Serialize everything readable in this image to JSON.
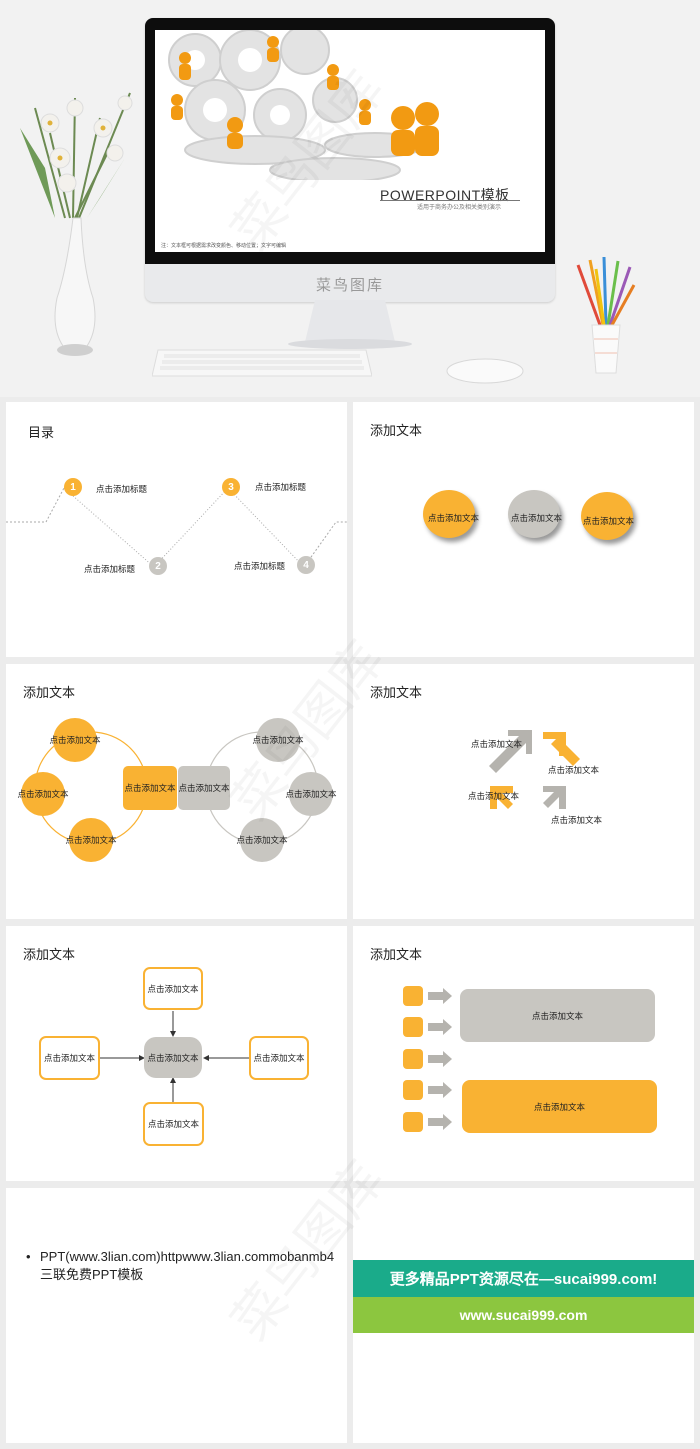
{
  "hero": {
    "screen_title": "POWERPOINT模板",
    "screen_subtitle": "适用于商务办公及相关类别演示",
    "screen_note": "注：文本框可根据需求改变颜色、移动位置；文字可编辑",
    "monitor_label": "菜鸟图库"
  },
  "slides": {
    "s1": {
      "title": "目录",
      "items": [
        {
          "num": "1",
          "label": "点击添加标题"
        },
        {
          "num": "2",
          "label": "点击添加标题"
        },
        {
          "num": "3",
          "label": "点击添加标题"
        },
        {
          "num": "4",
          "label": "点击添加标题"
        }
      ]
    },
    "s2": {
      "title": "添加文本",
      "items": [
        "点击添加文本",
        "点击添加文本",
        "点击添加文本"
      ]
    },
    "s3": {
      "title": "添加文本",
      "left": [
        "点击添加文本",
        "点击添加文本",
        "点击添加文本"
      ],
      "center_left": "点击添加文本",
      "center_right": "点击添加文本",
      "right": [
        "点击添加文本",
        "点击添加文本",
        "点击添加文本"
      ]
    },
    "s4": {
      "title": "添加文本",
      "items": [
        "点击添加文本",
        "点击添加文本",
        "点击添加文本",
        "点击添加文本"
      ]
    },
    "s5": {
      "title": "添加文本",
      "top": "点击添加文本",
      "left": "点击添加文本",
      "center": "点击添加文本",
      "right": "点击添加文本",
      "bottom": "点击添加文本"
    },
    "s6": {
      "title": "添加文本",
      "gray_box": "点击添加文本",
      "orange_box": "点击添加文本"
    },
    "s7": {
      "bullet": "•",
      "text": "PPT(www.3lian.com)httpwww.3lian.commobanmb4  三联免费PPT模板"
    },
    "s8": {
      "banner_top": "更多精品PPT资源尽在—sucai999.com!",
      "banner_bottom": "www.sucai999.com"
    }
  },
  "colors": {
    "accent_orange": "#f9b233",
    "accent_gray": "#c8c6c1",
    "banner_teal": "#1aab8a",
    "banner_green": "#8cc63f"
  }
}
